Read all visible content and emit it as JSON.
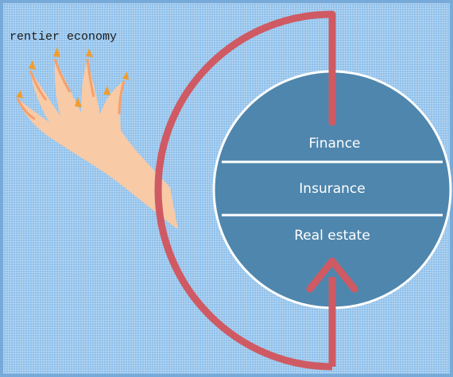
{
  "caption": "rentier economy",
  "segments": {
    "top": "Finance",
    "middle": "Insurance",
    "bottom": "Real estate"
  },
  "colors": {
    "background": "#8fc0ea",
    "circle_fill": "#4f86ad",
    "circle_stroke": "#ffffff",
    "loop": "#cf5a63",
    "flame_base": "#f8caa6",
    "flame_tip": "#f39c2e"
  }
}
